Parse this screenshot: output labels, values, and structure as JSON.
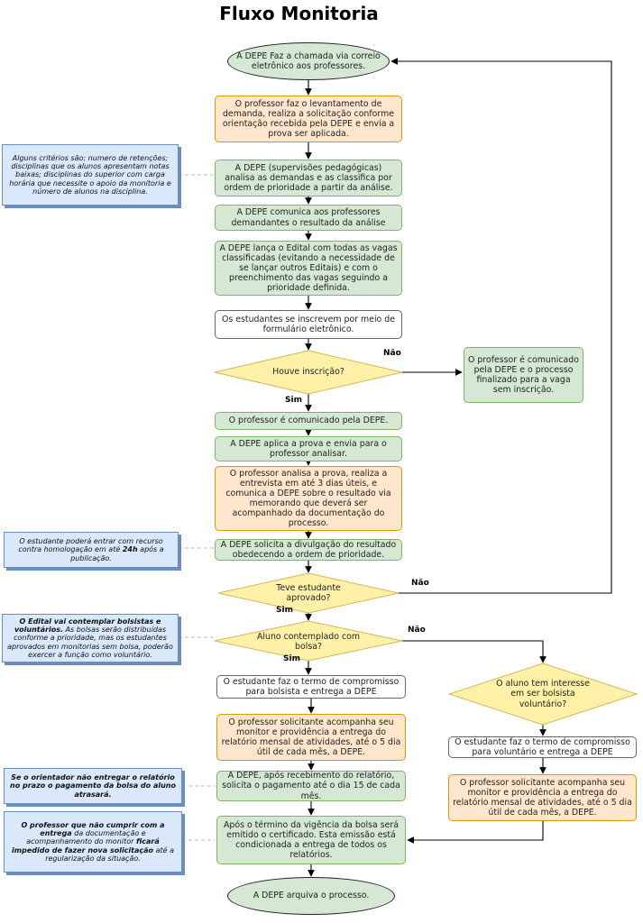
{
  "title": "Fluxo Monitoria",
  "nodes": {
    "n1": "A DEPE Faz a chamada via correio eletrônico aos professores.",
    "n2": "O professor faz o levantamento de demanda, realiza a solicitação conforme orientação recebida pela DEPE e envia a prova ser aplicada.",
    "n3": "A DEPE (supervisões pedagógicas) analisa as demandas e as classifica por ordem de prioridade a partir da análise.",
    "n4": "A DEPE comunica aos professores demandantes o resultado da análise",
    "n5": "A DEPE lança o Edital com todas as vagas classificadas (evitando a necessidade de se lançar outros Editais) e com o preenchimento das vagas seguindo a prioridade definida.",
    "n6": "Os estudantes se inscrevem por meio de formulário eletrônico.",
    "d1": "Houve inscrição?",
    "n7": "O professor é comunicado pela DEPE e o processo finalizado para a vaga sem inscrição.",
    "n8": "O professor é comunicado pela DEPE.",
    "n9": "A DEPE aplica a prova e envia para o professor analisar.",
    "n10": "O professor analisa a prova, realiza a entrevista em até 3 dias úteis, e comunica a DEPE sobre o resultado via memorando que deverá ser acompanhado da documentação do processo.",
    "n11": "A DEPE solicita a divulgação do resultado obedecendo a ordem de prioridade.",
    "d2": "Teve estudante aprovado?",
    "d3": "Aluno contemplado com bolsa?",
    "n12": "O estudante faz o termo de compromisso para bolsista e entrega a DEPE",
    "n13": "O professor solicitante acompanha seu monitor e providência a entrega do relatório mensal de atividades, até o 5 dia útil de cada mês, a DEPE.",
    "n14": "A DEPE, após recebimento do relatório, solicita o pagamento até o dia 15 de cada mês.",
    "n15": "Após o término da vigência da bolsa será emitido o certificado. Esta emissão está condicionada a entrega de todos os relatórios.",
    "n16": "A DEPE arquiva o processo.",
    "d4": "O aluno tem interesse em ser bolsista voluntário?",
    "n17": "O estudante faz o termo de compromisso para voluntário e entrega a DEPE",
    "n18": "O professor solicitante acompanha seu monitor e providência a entrega do relatório mensal de atividades, até o 5 dia útil de cada mês, a DEPE."
  },
  "edge_labels": {
    "nao1": "Não",
    "sim1": "Sim",
    "nao2": "Não",
    "sim2": "Sim",
    "nao3": "Não",
    "sim3": "Sim"
  },
  "notes": {
    "note1": "Alguns critérios são: numero de retenções; disciplinas que os alunos apresentam notas baixas; disciplinas do superior com carga horária que necessite o apoio da monitoria e número de alunos na disciplina.",
    "note2": {
      "a": "O estudante poderá entrar com recurso contra homologação em até ",
      "b": "24h",
      "c": " após a publicação."
    },
    "note3": {
      "a": "O Edital vai contemplar bolsistas e voluntários.",
      "b": " As bolsas serão distribuídas conforme a prioridade, mas os estudantes aprovados em monitorias sem bolsa, poderão exercer a função como voluntário."
    },
    "note4": "Se o orientador não entregar o relatório no prazo o pagamento da bolsa do aluno atrasará.",
    "note5": {
      "a": "O professor que não cumprir com a ",
      "b": "entrega",
      "c": " da documentação e acompanhamento do monitor ",
      "d": "ficará impedido de fazer nova solicitação",
      "e": " até a regularização da situação."
    }
  }
}
